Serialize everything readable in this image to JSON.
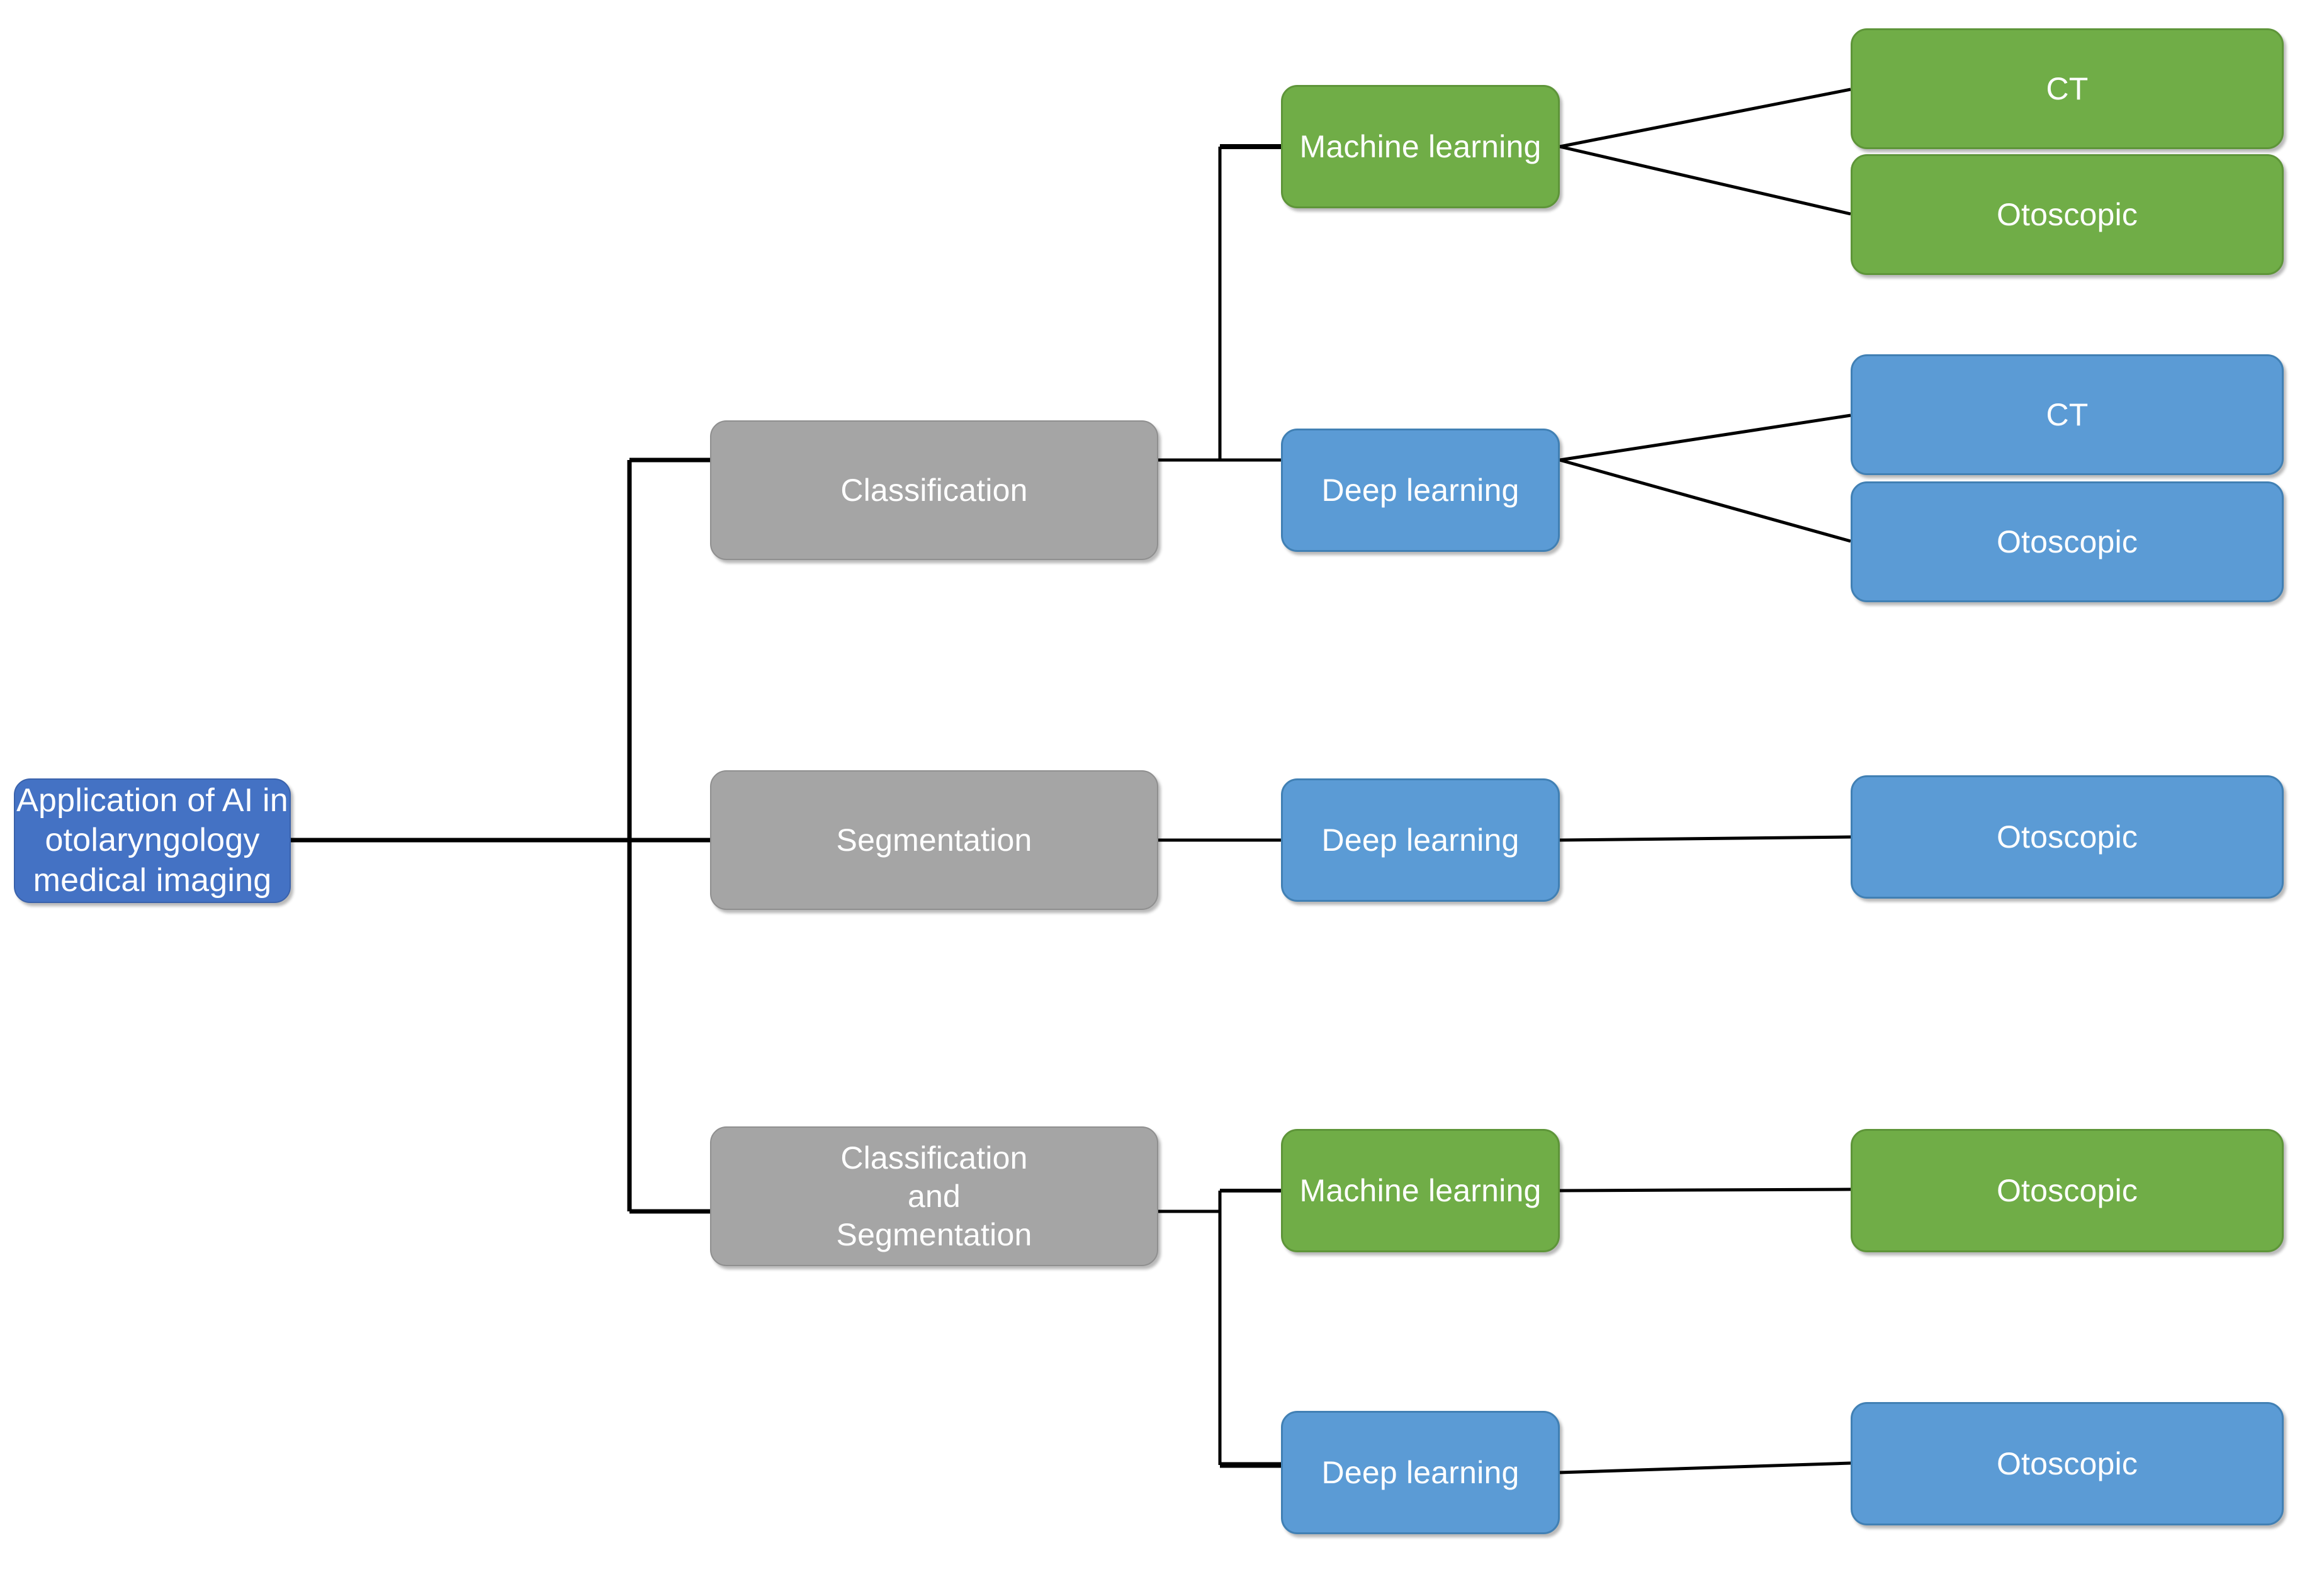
{
  "diagram": {
    "title": "Application of AI in otolaryngology medical imaging",
    "colors": {
      "root": "#4472C4",
      "category": "#A5A5A5",
      "machine_learning": "#70AD47",
      "deep_learning": "#5B9BD5",
      "edge": "#000000",
      "background": "#FFFFFF",
      "text": "#FFFFFF"
    },
    "root": {
      "label": "Application of AI in\notolaryngology medical imaging"
    },
    "branches": [
      {
        "category": "Classification",
        "methods": [
          {
            "name": "Machine learning",
            "modalities": [
              "CT",
              "Otoscopic"
            ]
          },
          {
            "name": "Deep learning",
            "modalities": [
              "CT",
              "Otoscopic"
            ]
          }
        ]
      },
      {
        "category": "Segmentation",
        "methods": [
          {
            "name": "Deep learning",
            "modalities": [
              "Otoscopic"
            ]
          }
        ]
      },
      {
        "category": "Classification\nand\nSegmentation",
        "methods": [
          {
            "name": "Machine learning",
            "modalities": [
              "Otoscopic"
            ]
          },
          {
            "name": "Deep learning",
            "modalities": [
              "Otoscopic"
            ]
          }
        ]
      }
    ],
    "nodes": {
      "root": "Application of AI in\notolaryngology medical imaging",
      "cat_classification": "Classification",
      "cat_segmentation": "Segmentation",
      "cat_classification_and_segmentation": "Classification\nand\nSegmentation",
      "cls_ml": "Machine learning",
      "cls_ml_ct": "CT",
      "cls_ml_oto": "Otoscopic",
      "cls_dl": "Deep learning",
      "cls_dl_ct": "CT",
      "cls_dl_oto": "Otoscopic",
      "seg_dl": "Deep learning",
      "seg_dl_oto": "Otoscopic",
      "cs_ml": "Machine learning",
      "cs_ml_oto": "Otoscopic",
      "cs_dl": "Deep learning",
      "cs_dl_oto": "Otoscopic"
    }
  }
}
